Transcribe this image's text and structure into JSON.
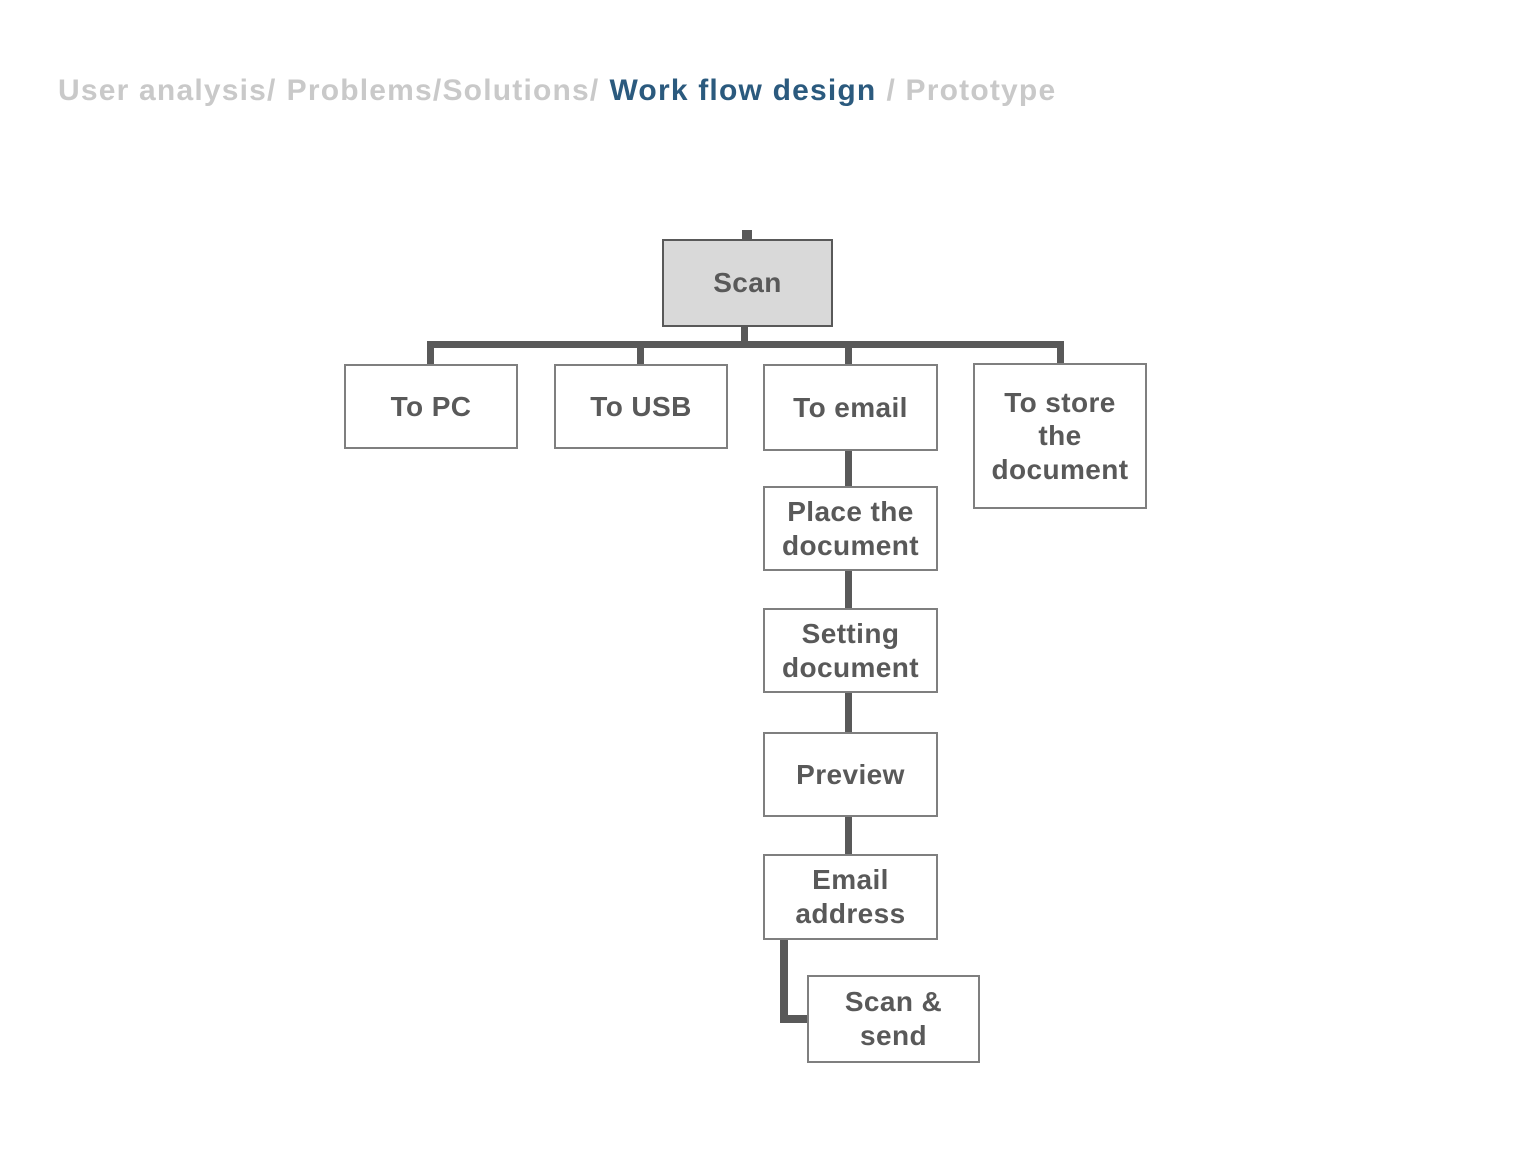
{
  "colors": {
    "background": "#ffffff",
    "nav_inactive": "#c9c9c9",
    "nav_active": "#2b5a7e",
    "line": "#595959",
    "box_border": "#7f7f7f",
    "root_fill": "#d9d9d9",
    "text": "#595959"
  },
  "header": {
    "items": [
      {
        "label": "User analysis/",
        "active": false
      },
      {
        "label": "Problems/Solutions/",
        "active": false
      },
      {
        "label": "Work flow design",
        "active": true
      },
      {
        "label": "/ Prototype",
        "active": false
      }
    ]
  },
  "diagram": {
    "type": "flowchart",
    "root": {
      "label": "Scan"
    },
    "children": [
      {
        "label": "To PC"
      },
      {
        "label": "To USB"
      },
      {
        "label": "To email"
      },
      {
        "label": "To store\nthe\ndocument"
      }
    ],
    "email_flow": [
      {
        "label": "Place the\ndocument"
      },
      {
        "label": "Setting\ndocument"
      },
      {
        "label": "Preview"
      },
      {
        "label": "Email\naddress"
      },
      {
        "label": "Scan &\nsend"
      }
    ]
  }
}
